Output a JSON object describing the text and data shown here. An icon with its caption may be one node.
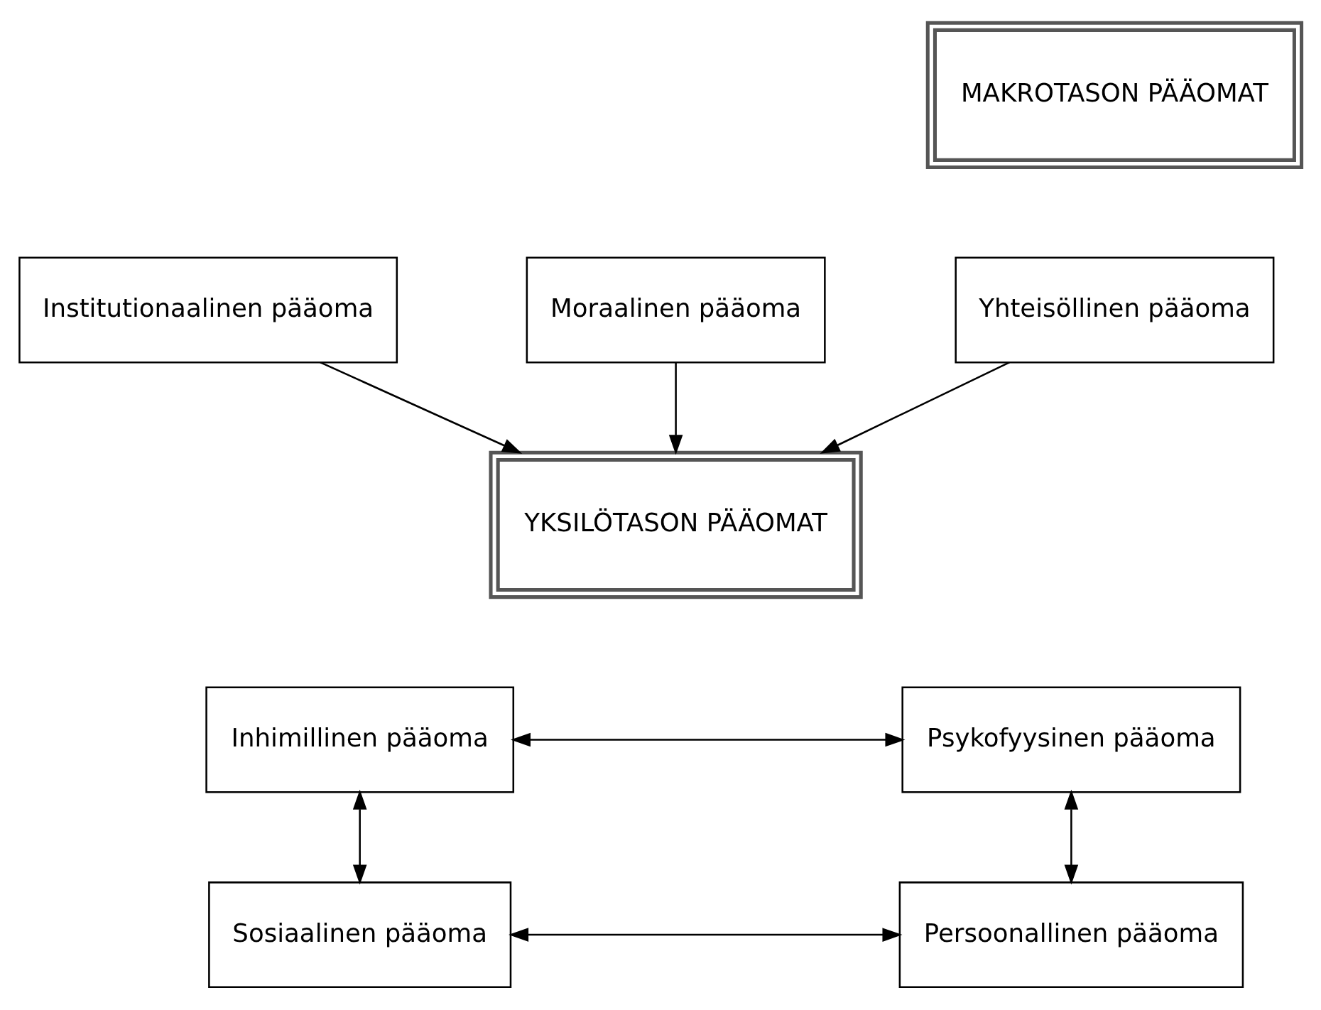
{
  "diagram": {
    "nodes": [
      {
        "text": [
          "MAKROTASON PÄÄOMAT"
        ]
      },
      {
        "text": [
          "Institutionaalinen pääoma"
        ]
      },
      {
        "text": [
          "Yhteisöllinen pääoma"
        ]
      },
      {
        "text": [
          "Moraalinen pääoma"
        ]
      },
      {
        "text": [
          "YKSILÖTASON PÄÄOMAT"
        ]
      },
      {
        "text": [
          "Inhimillinen pääoma"
        ]
      },
      {
        "text": [
          "Psykofyysinen pääoma"
        ]
      },
      {
        "text": [
          "Sosiaalinen pääoma"
        ]
      },
      {
        "text": [
          "Persoonallinen pääoma"
        ]
      }
    ],
    "edges": [
      {
        "from": 1,
        "to": 4,
        "arrow": "to"
      },
      {
        "from": 2,
        "to": 4,
        "arrow": "to"
      },
      {
        "from": 3,
        "to": 4,
        "arrow": "to"
      },
      {
        "from": 5,
        "to": 6,
        "arrow": "both"
      },
      {
        "from": 5,
        "to": 7,
        "arrow": "both"
      },
      {
        "from": 6,
        "to": 8,
        "arrow": "both"
      },
      {
        "from": 7,
        "to": 8,
        "arrow": "both"
      }
    ]
  }
}
